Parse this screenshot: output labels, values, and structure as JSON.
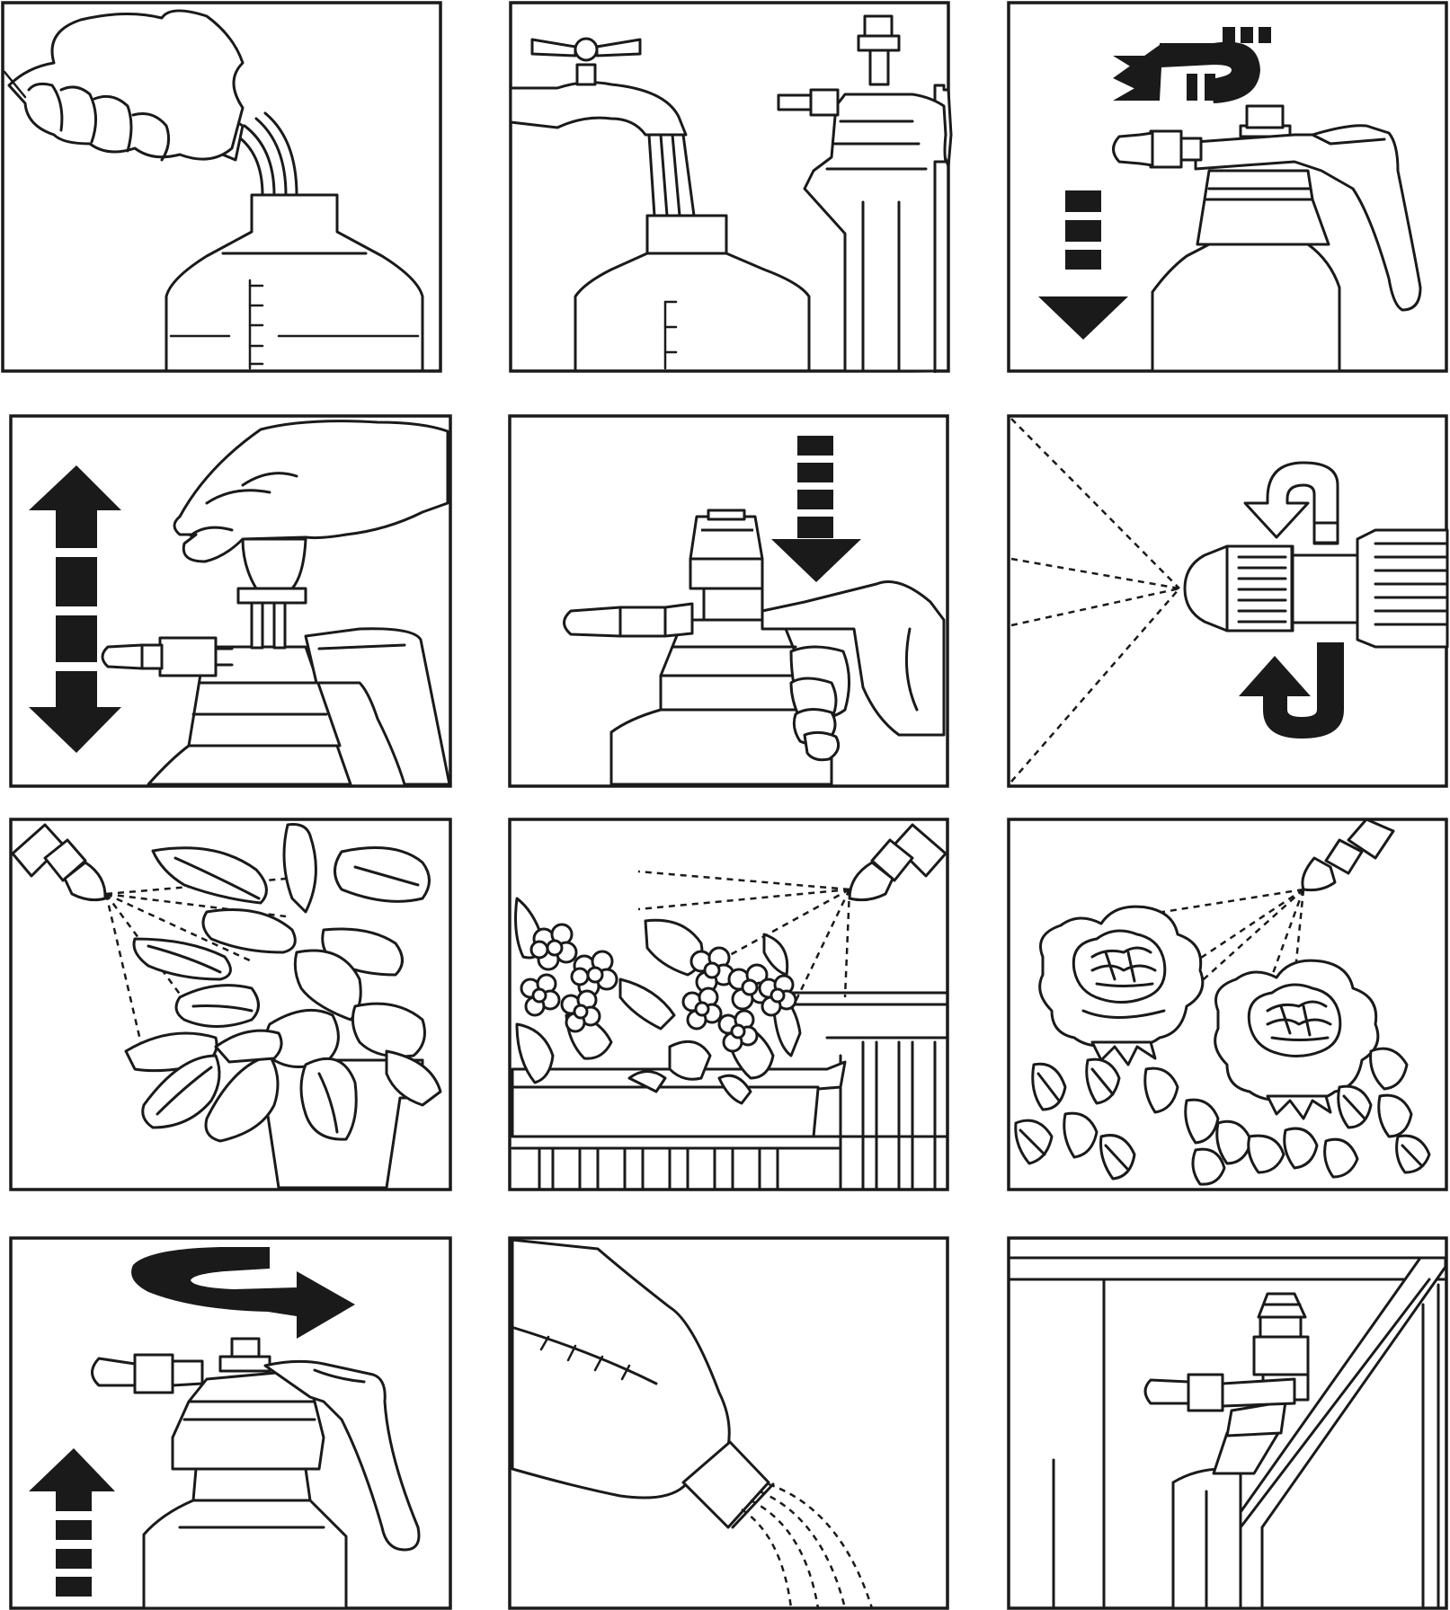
{
  "figure": {
    "panel_count": 12,
    "columns": 3,
    "rows": 4,
    "line_color": "#1a1a1a",
    "background": "#ffffff"
  },
  "panels": [
    {
      "icon": "hand-unscrewing-cap-icon"
    },
    {
      "icon": "faucet-filling-bottle-icon"
    },
    {
      "icon": "screw-pump-on-icon"
    },
    {
      "icon": "pump-handle-up-down-icon"
    },
    {
      "icon": "press-pressure-valve-icon"
    },
    {
      "icon": "adjust-nozzle-icon"
    },
    {
      "icon": "spray-houseplant-icon"
    },
    {
      "icon": "spray-balcony-flowers-icon"
    },
    {
      "icon": "spray-roses-icon"
    },
    {
      "icon": "unscrew-pump-icon"
    },
    {
      "icon": "pour-out-liquid-icon"
    },
    {
      "icon": "store-in-cabinet-icon"
    }
  ]
}
